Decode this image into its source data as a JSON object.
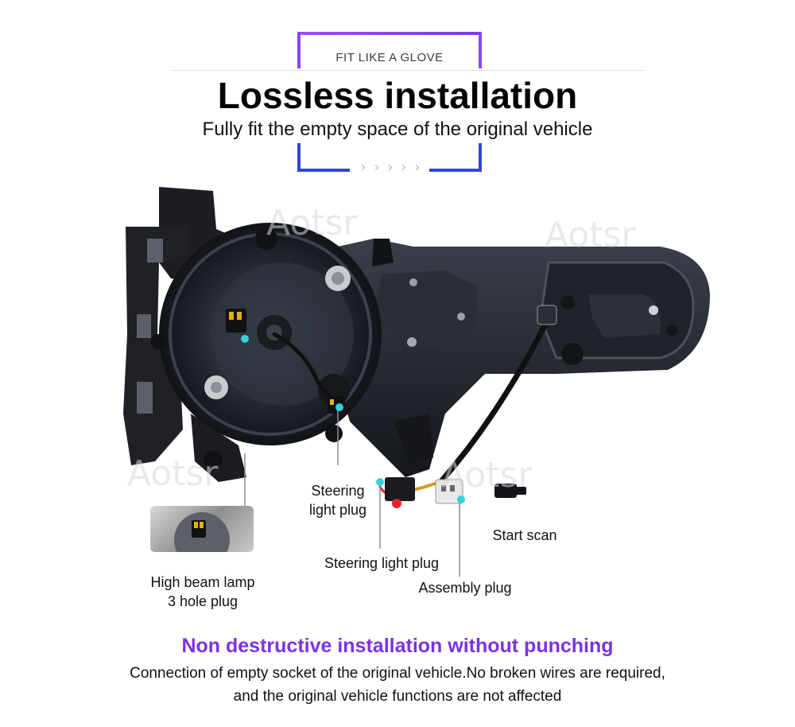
{
  "header": {
    "tag": "FIT LIKE A GLOVE",
    "title": "Lossless installation",
    "subtitle": "Fully fit the empty space of the original vehicle"
  },
  "watermark": "Aotsr",
  "callouts": {
    "steering_plug_1": [
      "Steering",
      "light plug"
    ],
    "steering_plug_2": "Steering light plug",
    "start_scan": "Start scan",
    "assembly_plug": "Assembly plug",
    "high_beam": [
      "High beam lamp",
      "3 hole plug"
    ]
  },
  "footer": {
    "headline": "Non destructive installation without punching",
    "line1": "Connection of empty socket of the original vehicle.No broken wires are required,",
    "line2": "and the original vehicle functions are not affected"
  },
  "colors": {
    "accent_purple": "#7b33e4",
    "frame_blue": "#2f46d6",
    "marker_cyan": "#2fd3e0",
    "marker_red": "#e8212a"
  }
}
